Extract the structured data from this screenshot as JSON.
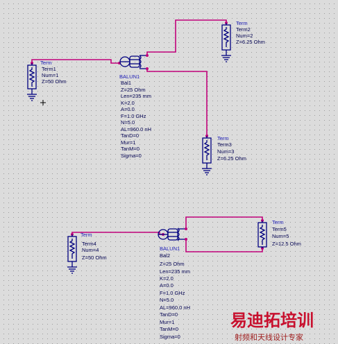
{
  "components": {
    "term1": {
      "type": "Term",
      "name": "Term1",
      "num": "Num=1",
      "z": "Z=50 Ohm"
    },
    "term2": {
      "type": "Term",
      "name": "Term2",
      "num": "Num=2",
      "z": "Z=6.25 Ohm"
    },
    "term3": {
      "type": "Term",
      "name": "Term3",
      "num": "Num=3",
      "z": "Z=6.25 Ohm"
    },
    "term4": {
      "type": "Term",
      "name": "Term4",
      "num": "Num=4",
      "z": "Z=50 Ohm"
    },
    "term5": {
      "type": "Term",
      "name": "Term5",
      "num": "Num=5",
      "z": "Z=12.5 Ohm"
    },
    "bal1": {
      "type": "BALUN1",
      "name": "Bal1",
      "params": [
        "Z=25 Ohm",
        "Len=235 mm",
        "K=2.0",
        "A=0.0",
        "F=1.0 GHz",
        "N=5.0",
        "AL=960.0 nH",
        "TanD=0",
        "Mur=1",
        "TanM=0",
        "Sigma=0"
      ]
    },
    "bal2": {
      "type": "BALUN1",
      "name": "Bal2",
      "params": [
        "Z=25 Ohm",
        "Len=235 mm",
        "K=2.0",
        "A=0.0",
        "F=1.0 GHz",
        "N=5.0",
        "AL=960.0 nH",
        "TanD=0",
        "Mur=1",
        "TanM=0",
        "Sigma=0"
      ]
    }
  },
  "watermark": {
    "main": "易迪拓培训",
    "sub": "射频和天线设计专家"
  },
  "colors": {
    "wire": "#c0007a",
    "component": "#000080",
    "label": "#000050",
    "background": "#dcdcdc",
    "watermark_red": "#c8102e"
  }
}
